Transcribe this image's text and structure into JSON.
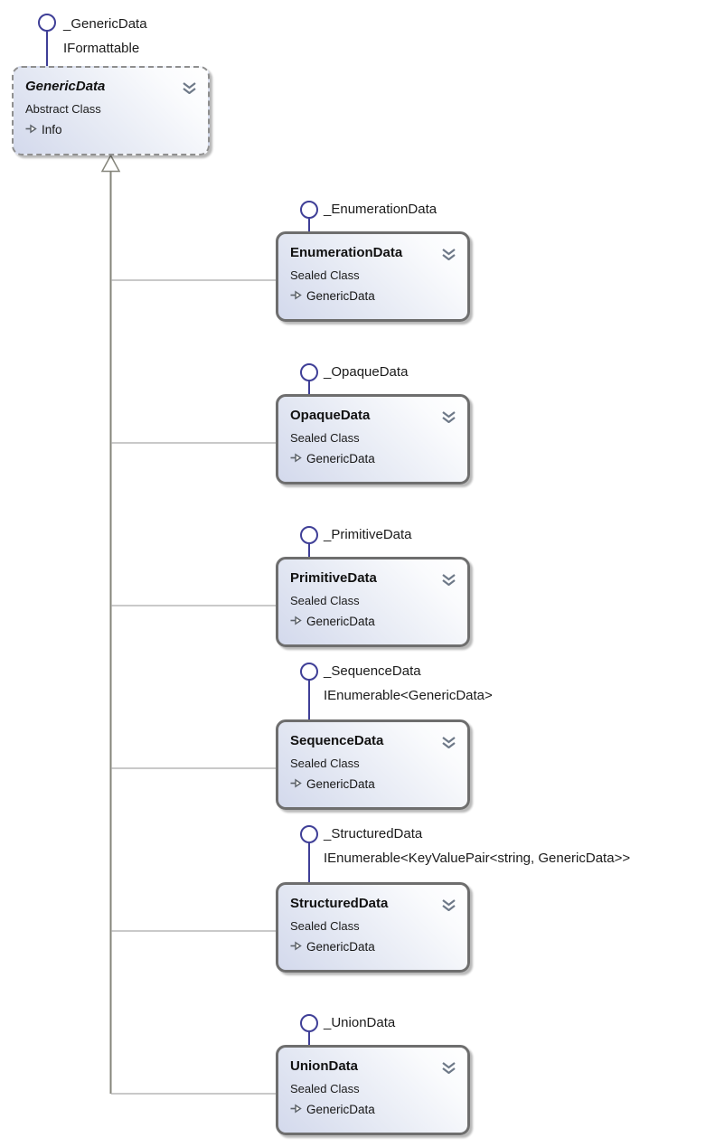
{
  "diagram_type": "class-diagram",
  "colors": {
    "lollipop": "#3f3f97",
    "sealed_border": "#6e6e6e",
    "abstract_border": "#8f8f8f",
    "connector_trunk": "#85857b",
    "connector_branch": "#a9a9a9",
    "chevron": "#6e7988",
    "member_arrow": "#5b6168",
    "box_gradient_start": "#d3d9ec",
    "box_gradient_end": "#ffffff"
  },
  "classes": [
    {
      "title": "GenericData",
      "stereotype": "Abstract Class",
      "members": [
        "Info"
      ],
      "interfaces": [
        "_GenericData",
        "IFormattable"
      ]
    },
    {
      "title": "EnumerationData",
      "stereotype": "Sealed Class",
      "members": [
        "GenericData"
      ],
      "interfaces": [
        "_EnumerationData"
      ]
    },
    {
      "title": "OpaqueData",
      "stereotype": "Sealed Class",
      "members": [
        "GenericData"
      ],
      "interfaces": [
        "_OpaqueData"
      ]
    },
    {
      "title": "PrimitiveData",
      "stereotype": "Sealed Class",
      "members": [
        "GenericData"
      ],
      "interfaces": [
        "_PrimitiveData"
      ]
    },
    {
      "title": "SequenceData",
      "stereotype": "Sealed Class",
      "members": [
        "GenericData"
      ],
      "interfaces": [
        "_SequenceData",
        "IEnumerable<GenericData>"
      ]
    },
    {
      "title": "StructuredData",
      "stereotype": "Sealed Class",
      "members": [
        "GenericData"
      ],
      "interfaces": [
        "_StructuredData",
        "IEnumerable<KeyValuePair<string, GenericData>>"
      ]
    },
    {
      "title": "UnionData",
      "stereotype": "Sealed Class",
      "members": [
        "GenericData"
      ],
      "interfaces": [
        "_UnionData"
      ]
    }
  ]
}
